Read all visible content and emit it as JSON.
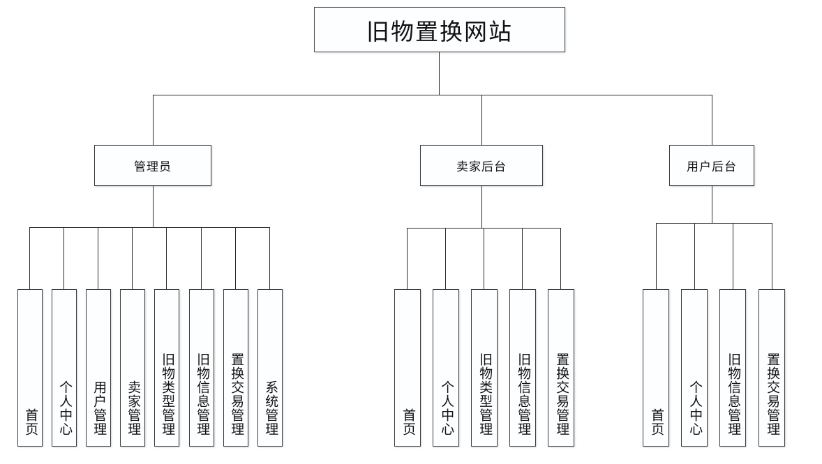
{
  "diagram": {
    "type": "tree-hierarchy",
    "title": "旧物置换网站",
    "background_color": "#ffffff",
    "line_color": "#2b2b2b",
    "box_border_color": "#3a3a3a",
    "box_fill_color": "#fdfeff",
    "root": {
      "label": "旧物置换网站"
    },
    "branches": [
      {
        "label": "管理员",
        "children": [
          {
            "label": "首页"
          },
          {
            "label": "个人中心"
          },
          {
            "label": "用户管理"
          },
          {
            "label": "卖家管理"
          },
          {
            "label": "旧物类型管理"
          },
          {
            "label": "旧物信息管理"
          },
          {
            "label": "置换交易管理"
          },
          {
            "label": "系统管理"
          }
        ]
      },
      {
        "label": "卖家后台",
        "children": [
          {
            "label": "首页"
          },
          {
            "label": "个人中心"
          },
          {
            "label": "旧物类型管理"
          },
          {
            "label": "旧物信息管理"
          },
          {
            "label": "置换交易管理"
          }
        ]
      },
      {
        "label": "用户后台",
        "children": [
          {
            "label": "首页"
          },
          {
            "label": "个人中心"
          },
          {
            "label": "旧物信息管理"
          },
          {
            "label": "置换交易管理"
          }
        ]
      }
    ]
  }
}
